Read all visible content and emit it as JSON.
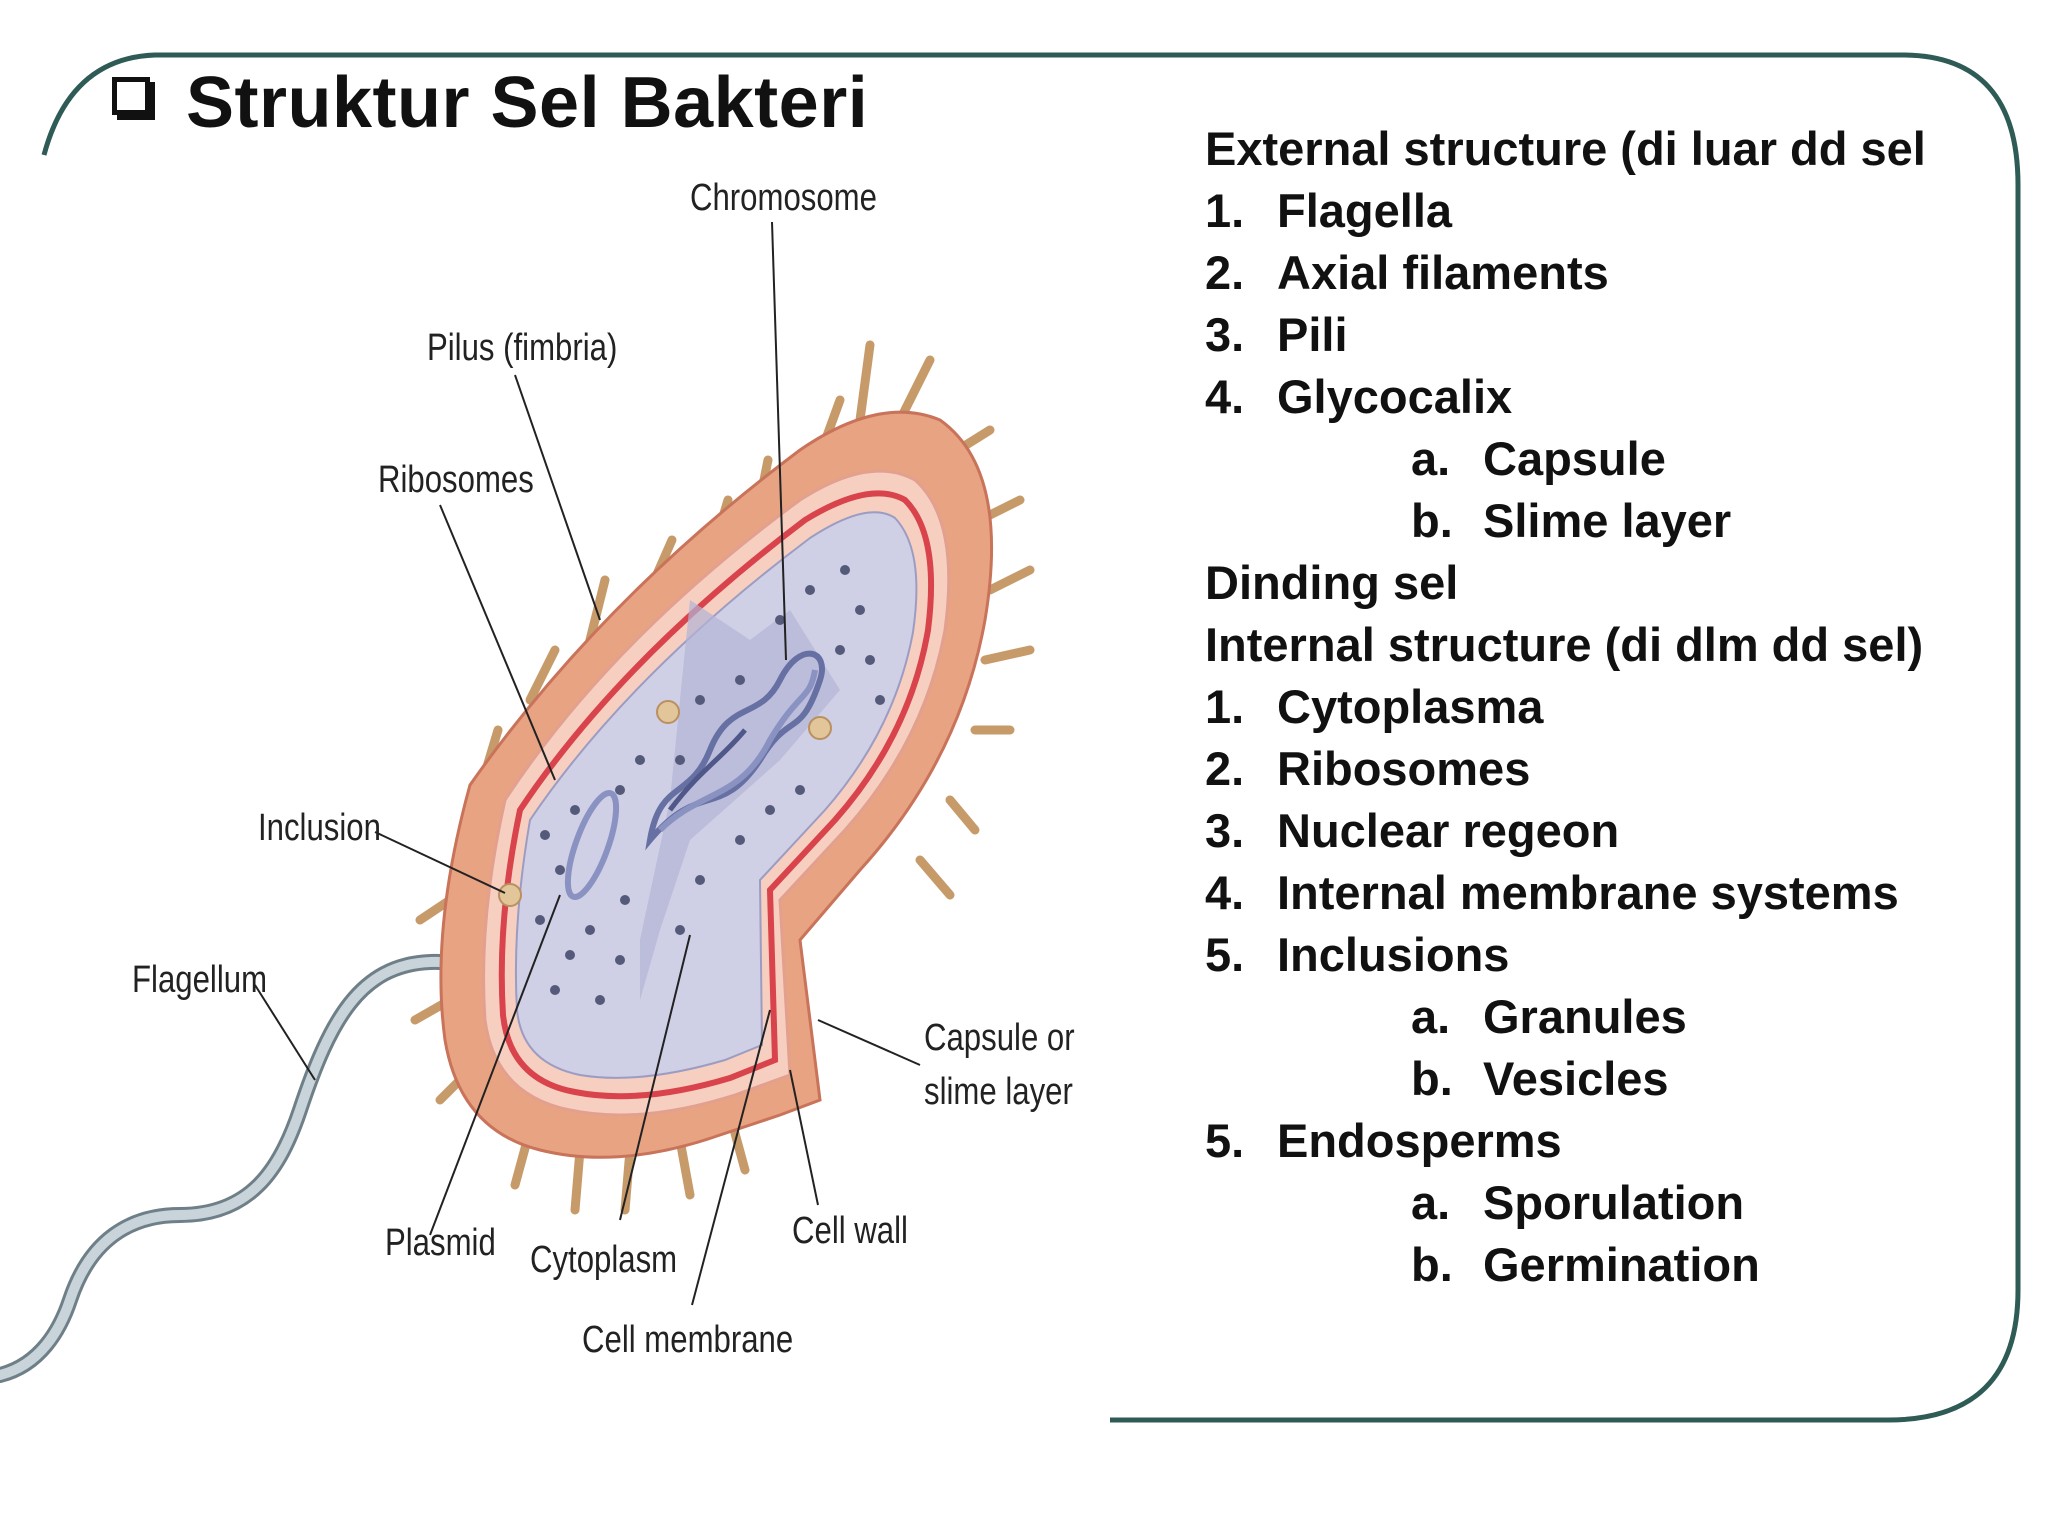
{
  "slide": {
    "title": "Struktur Sel Bakteri",
    "frame_color": "#2e5b55"
  },
  "diagram": {
    "labels": {
      "chromosome": "Chromosome",
      "pilus": "Pilus (fimbria)",
      "ribosomes": "Ribosomes",
      "inclusion": "Inclusion",
      "flagellum": "Flagellum",
      "capsule_line1": "Capsule or",
      "capsule_line2": "slime layer",
      "plasmid": "Plasmid",
      "cytoplasm": "Cytoplasm",
      "cell_wall": "Cell wall",
      "cell_membrane": "Cell membrane"
    },
    "colors": {
      "capsule": "#e8a383",
      "wall": "#f6cfc0",
      "membrane": "#d8434c",
      "cytoplasm": "#cfcfe6",
      "pili": "#c79a6a",
      "flagellum": "#b9c7cf"
    }
  },
  "outline": [
    {
      "num": "",
      "text": "External structure (di luar dd sel",
      "level": 0
    },
    {
      "num": "1.",
      "text": "Flagella",
      "level": 0
    },
    {
      "num": "2.",
      "text": "Axial filaments",
      "level": 0
    },
    {
      "num": "3.",
      "text": "Pili",
      "level": 0
    },
    {
      "num": "4.",
      "text": "Glycocalix",
      "level": 0
    },
    {
      "num": "a.",
      "text": "Capsule",
      "level": 1
    },
    {
      "num": "b.",
      "text": "Slime layer",
      "level": 1
    },
    {
      "num": "",
      "text": "Dinding sel",
      "level": 0
    },
    {
      "num": "",
      "text": "Internal structure (di dlm dd sel)",
      "level": 0
    },
    {
      "num": "1.",
      "text": "Cytoplasma",
      "level": 0
    },
    {
      "num": "2.",
      "text": "Ribosomes",
      "level": 0
    },
    {
      "num": "3.",
      "text": "Nuclear regeon",
      "level": 0
    },
    {
      "num": "4.",
      "text": "Internal membrane systems",
      "level": 0
    },
    {
      "num": "5.",
      "text": "Inclusions",
      "level": 0
    },
    {
      "num": "a.",
      "text": "Granules",
      "level": 1
    },
    {
      "num": "b.",
      "text": "Vesicles",
      "level": 1
    },
    {
      "num": "5.",
      "text": "Endosperms",
      "level": 0
    },
    {
      "num": "a.",
      "text": "Sporulation",
      "level": 1
    },
    {
      "num": "b.",
      "text": "Germination",
      "level": 1
    }
  ]
}
